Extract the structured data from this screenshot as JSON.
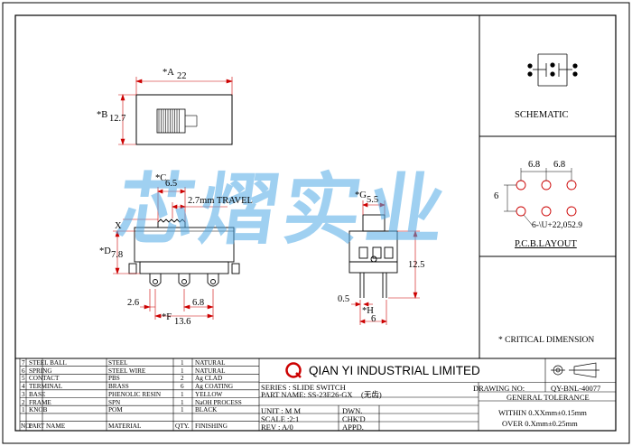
{
  "dims": {
    "a_label": "*A",
    "a_value": "22",
    "b_label": "*B",
    "b_value": "12.7",
    "c_label": "*C",
    "c_value": "6.5",
    "travel": "2.7mm TRAVEL",
    "x_label": "X",
    "d_label": "*D",
    "d_value": "7.8",
    "left_pitch": "2.6",
    "right_pitch": "6.8",
    "f_label": "*F",
    "f_value": "13.6",
    "g_label": "*G",
    "g_value": "5.5",
    "height_125": "12.5",
    "pin_05": "0.5",
    "h_label": "*H",
    "h_value": "6"
  },
  "schematic": {
    "title": "SCHEMATIC"
  },
  "pcb": {
    "title": "P.C.B.LAYOUT",
    "pitch1": "6.8",
    "pitch2": "6.8",
    "row_gap": "6",
    "hole": "6-\\U+22,052.9"
  },
  "critical": "* CRITICAL  DIMENSION",
  "watermark": "芯熠实业",
  "company": {
    "name": "QIAN YI INDUSTRIAL LIMITED"
  },
  "info": {
    "series": "SERIES : SLIDE SWITCH",
    "part_name": "PART NAME: SS-23E26-GX",
    "part_suffix": "(无齿)",
    "unit": "UNIT : M M",
    "dwn": "DWN.",
    "scale": "SCALE :2:1",
    "chkd": "CHK'D",
    "rev": "REV  : A/0",
    "appd": "APPD."
  },
  "drawing": {
    "no_label": "DRAWING NO:",
    "no_value": "QY-BNL-40077",
    "tol_title": "GENERAL TOLERANCE",
    "tol1": "WITHIN 0.XXmm±0.15mm",
    "tol2": "OVER   0.Xmm±0.25mm"
  },
  "bom": {
    "rows": [
      {
        "no": "7",
        "part": "STEEL BALL",
        "material": "STEEL",
        "qty": "1",
        "finishing": "NATURAL"
      },
      {
        "no": "6",
        "part": "SPRING",
        "material": "STEEL WIRE",
        "qty": "1",
        "finishing": "NATURAL"
      },
      {
        "no": "5",
        "part": "CONTACT",
        "material": "PBS",
        "qty": "2",
        "finishing": "Ag CLAD"
      },
      {
        "no": "4",
        "part": "TERMINAL",
        "material": "BRASS",
        "qty": "6",
        "finishing": "Ag COATING"
      },
      {
        "no": "3",
        "part": "BASE",
        "material": "PHENOLIC RESIN",
        "qty": "1",
        "finishing": "YELLOW"
      },
      {
        "no": "2",
        "part": "FRAME",
        "material": "SPN",
        "qty": "1",
        "finishing": "NaOH PROCESS"
      },
      {
        "no": "1",
        "part": "KNOB",
        "material": "POM",
        "qty": "1",
        "finishing": "BLACK"
      }
    ],
    "header": {
      "no": "NO.",
      "part": "PART NAME",
      "material": "MATERIAL",
      "qty": "QTY.",
      "finishing": "FINISHING"
    }
  }
}
